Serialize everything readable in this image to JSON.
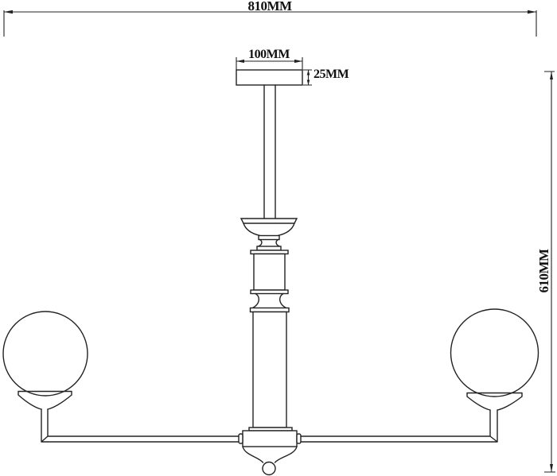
{
  "page": {
    "background": "#ffffff",
    "line_color": "#222222",
    "text_color": "#111111"
  },
  "drawing": {
    "kind": "technical-dimension-drawing",
    "subject": "two-arm chandelier with globe shades, center column and ceiling canopy",
    "dims": {
      "overall_width": {
        "label": "810MM",
        "value_mm": 810
      },
      "canopy_width": {
        "label": "100MM",
        "value_mm": 100
      },
      "canopy_height": {
        "label": "25MM",
        "value_mm": 25
      },
      "overall_height": {
        "label": "610MM",
        "value_mm": 610
      }
    }
  }
}
